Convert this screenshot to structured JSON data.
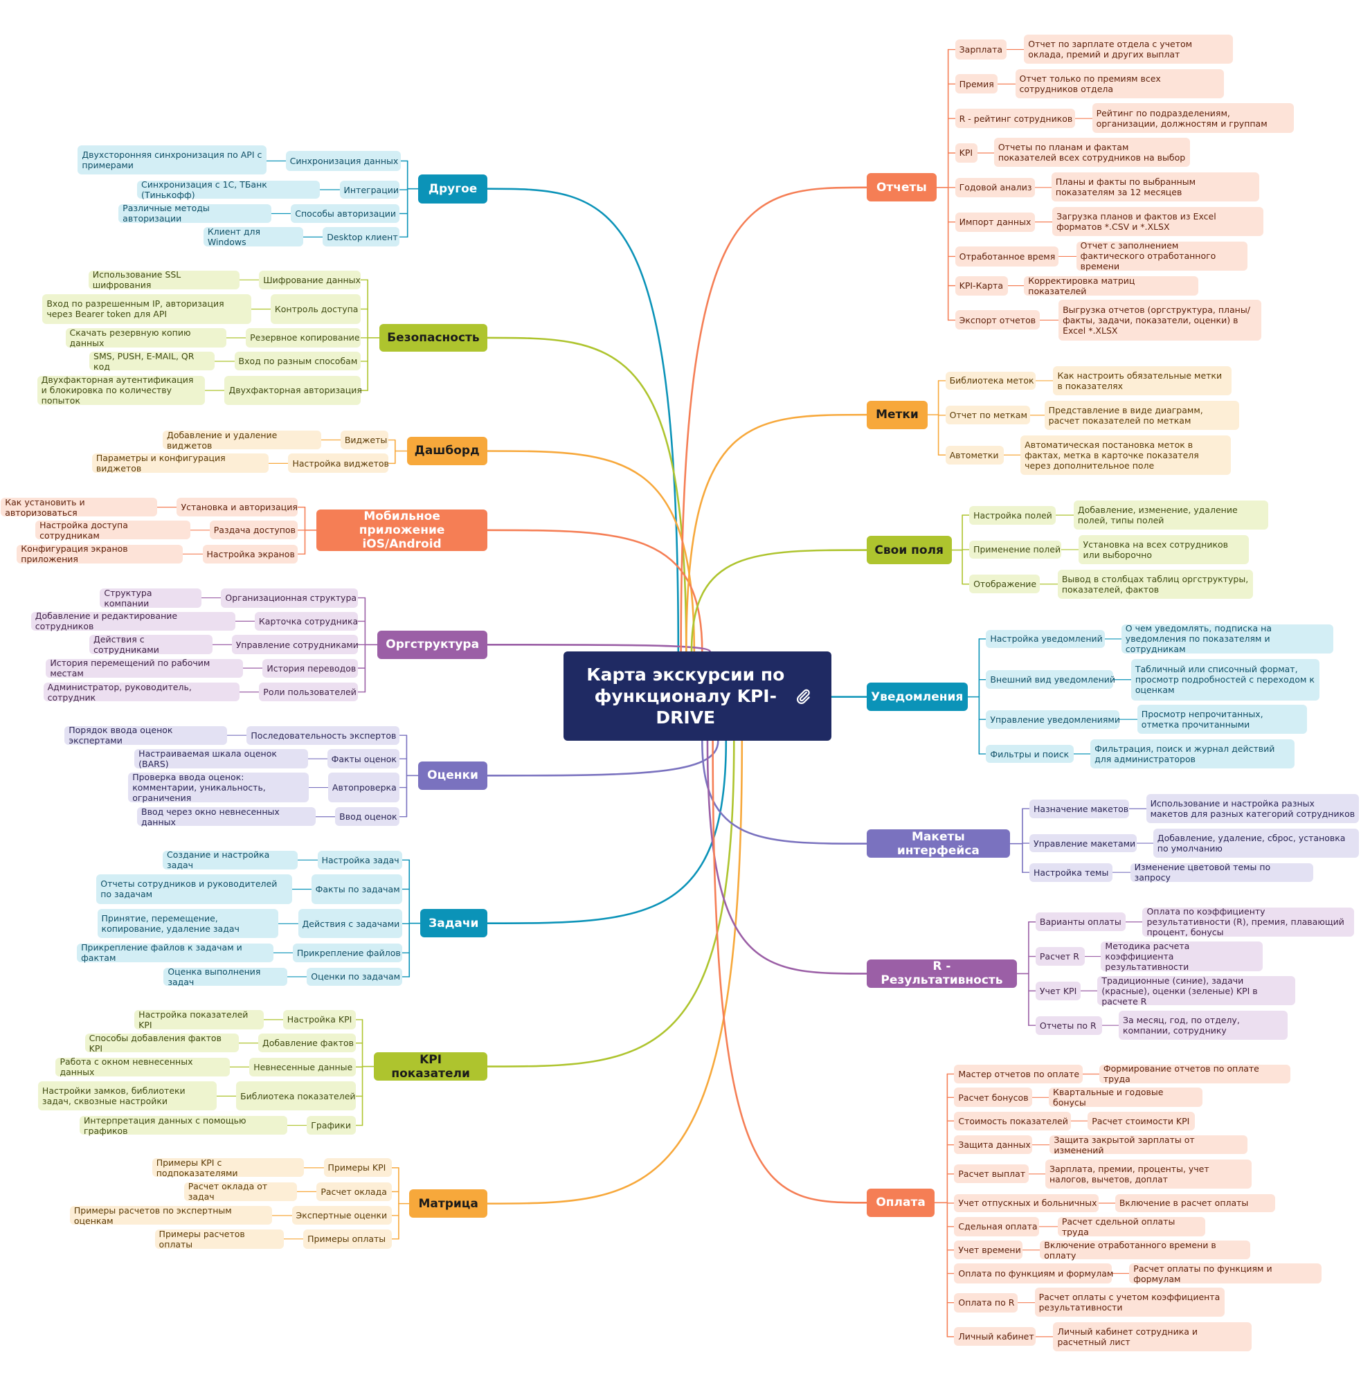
{
  "center": {
    "text": "Карта экскурсии по функционалу KPI-DRIVE",
    "color": "#1f2a63",
    "icon": "paperclip-icon"
  },
  "left": [
    {
      "title": "Другое",
      "color": "#0b93b8",
      "light": "#d3eef5",
      "text": "#0f4f66",
      "topics": [
        {
          "label": "Синхронизация данных",
          "leaf": "Двухсторонняя синхронизация по API с примерами"
        },
        {
          "label": "Интеграции",
          "leaf": "Синхронизация с 1С, ТБанк (Тинькофф)"
        },
        {
          "label": "Способы авторизации",
          "leaf": "Различные методы авторизации"
        },
        {
          "label": "Desktop клиент",
          "leaf": "Клиент для Windows"
        }
      ]
    },
    {
      "title": "Безопасность",
      "color": "#aec42e",
      "light": "#eef4cf",
      "text": "#3f4a10",
      "topics": [
        {
          "label": "Шифрование данных",
          "leaf": "Использование SSL шифрования"
        },
        {
          "label": "Контроль доступа",
          "leaf": "Вход по разрешенным IP, авторизация через Bearer token для API"
        },
        {
          "label": "Резервное копирование",
          "leaf": "Скачать резервную копию данных"
        },
        {
          "label": "Вход по разным способам",
          "leaf": "SMS, PUSH, E-MAIL, QR код"
        },
        {
          "label": "Двухфакторная авторизация",
          "leaf": "Двухфакторная аутентификация и блокировка по количеству попыток"
        }
      ]
    },
    {
      "title": "Дашборд",
      "color": "#f7a83b",
      "light": "#fdeed6",
      "text": "#5a3a05",
      "topics": [
        {
          "label": "Виджеты",
          "leaf": "Добавление и удаление виджетов"
        },
        {
          "label": "Настройка виджетов",
          "leaf": "Параметры и конфигурация виджетов"
        }
      ]
    },
    {
      "title": "Мобильное приложение iOS/Android",
      "color": "#f57e55",
      "light": "#fde3d8",
      "text": "#5c1e08",
      "topics": [
        {
          "label": "Установка и авторизация",
          "leaf": "Как установить и авторизоваться"
        },
        {
          "label": "Раздача доступов",
          "leaf": "Настройка доступа сотрудникам"
        },
        {
          "label": "Настройка экранов",
          "leaf": "Конфигурация экранов приложения"
        }
      ]
    },
    {
      "title": "Оргструктура",
      "color": "#9b5fa6",
      "light": "#ecdff0",
      "text": "#3d1f44",
      "topics": [
        {
          "label": "Организационная структура",
          "leaf": "Структура компании"
        },
        {
          "label": "Карточка сотрудника",
          "leaf": "Добавление и редактирование сотрудников"
        },
        {
          "label": "Управление сотрудниками",
          "leaf": "Действия с сотрудниками"
        },
        {
          "label": "История переводов",
          "leaf": "История перемещений по рабочим местам"
        },
        {
          "label": "Роли пользователей",
          "leaf": "Администратор, руководитель, сотрудник"
        }
      ]
    },
    {
      "title": "Оценки",
      "color": "#7a72bf",
      "light": "#e3e1f3",
      "text": "#2a2555",
      "topics": [
        {
          "label": "Последовательность экспертов",
          "leaf": "Порядок ввода оценок экспертами"
        },
        {
          "label": "Факты оценок",
          "leaf": "Настраиваемая шкала оценок (BARS)"
        },
        {
          "label": "Автопроверка",
          "leaf": "Проверка ввода оценок: комментарии, уникальность, ограничения"
        },
        {
          "label": "Ввод оценок",
          "leaf": "Ввод через окно невнесенных данных"
        }
      ]
    },
    {
      "title": "Задачи",
      "color": "#0b93b8",
      "light": "#d3eef5",
      "text": "#0f4f66",
      "topics": [
        {
          "label": "Настройка задач",
          "leaf": "Создание и настройка задач"
        },
        {
          "label": "Факты по задачам",
          "leaf": "Отчеты сотрудников и руководителей по задачам"
        },
        {
          "label": "Действия с задачами",
          "leaf": "Принятие, перемещение, копирование, удаление задач"
        },
        {
          "label": "Прикрепление файлов",
          "leaf": "Прикрепление файлов к задачам и фактам"
        },
        {
          "label": "Оценки по задачам",
          "leaf": "Оценка выполнения задач"
        }
      ]
    },
    {
      "title": "KPI показатели",
      "color": "#aec42e",
      "light": "#eef4cf",
      "text": "#3f4a10",
      "topics": [
        {
          "label": "Настройка KPI",
          "leaf": "Настройка показателей KPI"
        },
        {
          "label": "Добавление фактов",
          "leaf": "Способы добавления фактов KPI"
        },
        {
          "label": "Невнесенные данные",
          "leaf": "Работа с окном невнесенных данных"
        },
        {
          "label": "Библиотека показателей",
          "leaf": "Настройки замков, библиотеки задач, сквозные настройки"
        },
        {
          "label": "Графики",
          "leaf": "Интерпретация данных с помощью графиков"
        }
      ]
    },
    {
      "title": "Матрица",
      "color": "#f7a83b",
      "light": "#fdeed6",
      "text": "#5a3a05",
      "topics": [
        {
          "label": "Примеры KPI",
          "leaf": "Примеры KPI с подпоказателями"
        },
        {
          "label": "Расчет оклада",
          "leaf": "Расчет оклада от задач"
        },
        {
          "label": "Экспертные оценки",
          "leaf": "Примеры расчетов по экспертным оценкам"
        },
        {
          "label": "Примеры оплаты",
          "leaf": "Примеры расчетов оплаты"
        }
      ]
    }
  ],
  "right": [
    {
      "title": "Отчеты",
      "color": "#f57e55",
      "light": "#fde3d8",
      "text": "#5c1e08",
      "topics": [
        {
          "label": "Зарплата",
          "leaf": "Отчет по зарплате отдела с учетом оклада, премий и других выплат"
        },
        {
          "label": "Премия",
          "leaf": "Отчет только по премиям всех сотрудников отдела"
        },
        {
          "label": "R - рейтинг сотрудников",
          "leaf": "Рейтинг по подразделениям, организации, должностям и группам"
        },
        {
          "label": "KPI",
          "leaf": "Отчеты по планам и фактам показателей всех сотрудников на выбор"
        },
        {
          "label": "Годовой анализ",
          "leaf": "Планы и факты по выбранным показателям за 12 месяцев"
        },
        {
          "label": "Импорт данных",
          "leaf": "Загрузка планов и фактов из Excel форматов *.CSV и *.XLSX"
        },
        {
          "label": "Отработанное время",
          "leaf": "Отчет с заполнением фактического отработанного времени"
        },
        {
          "label": "KPI-Карта",
          "leaf": "Корректировка матриц показателей"
        },
        {
          "label": "Экспорт отчетов",
          "leaf": "Выгрузка отчетов (оргструктура, планы/факты, задачи, показатели, оценки) в Excel *.XLSX"
        }
      ]
    },
    {
      "title": "Метки",
      "color": "#f7a83b",
      "light": "#fdeed6",
      "text": "#5a3a05",
      "topics": [
        {
          "label": "Библиотека меток",
          "leaf": "Как настроить обязательные метки в показателях"
        },
        {
          "label": "Отчет по меткам",
          "leaf": "Представление в виде диаграмм, расчет показателей по меткам"
        },
        {
          "label": "Автометки",
          "leaf": "Автоматическая постановка меток в фактах, метка в карточке показателя через дополнительное поле"
        }
      ]
    },
    {
      "title": "Свои поля",
      "color": "#aec42e",
      "light": "#eef4cf",
      "text": "#3f4a10",
      "topics": [
        {
          "label": "Настройка полей",
          "leaf": "Добавление, изменение, удаление полей, типы полей"
        },
        {
          "label": "Применение полей",
          "leaf": "Установка на всех сотрудников или выборочно"
        },
        {
          "label": "Отображение",
          "leaf": "Вывод в столбцах таблиц оргструктуры, показателей, фактов"
        }
      ]
    },
    {
      "title": "Уведомления",
      "color": "#0b93b8",
      "light": "#d3eef5",
      "text": "#0f4f66",
      "topics": [
        {
          "label": "Настройка уведомлений",
          "leaf": "О чем уведомлять, подписка на уведомления по показателям и сотрудникам"
        },
        {
          "label": "Внешний вид уведомлений",
          "leaf": "Табличный или списочный формат, просмотр подробностей с переходом к оценкам"
        },
        {
          "label": "Управление уведомлениями",
          "leaf": "Просмотр непрочитанных, отметка прочитанными"
        },
        {
          "label": "Фильтры и поиск",
          "leaf": "Фильтрация, поиск и журнал действий для администраторов"
        }
      ]
    },
    {
      "title": "Макеты интерфейса",
      "color": "#7a72bf",
      "light": "#e3e1f3",
      "text": "#2a2555",
      "topics": [
        {
          "label": "Назначение макетов",
          "leaf": "Использование и настройка разных макетов для разных категорий сотрудников"
        },
        {
          "label": "Управление макетами",
          "leaf": "Добавление, удаление, сброс, установка по умолчанию"
        },
        {
          "label": "Настройка темы",
          "leaf": "Изменение цветовой темы по запросу"
        }
      ]
    },
    {
      "title": "R - Результативность",
      "color": "#9b5fa6",
      "light": "#ecdff0",
      "text": "#3d1f44",
      "topics": [
        {
          "label": "Варианты оплаты",
          "leaf": "Оплата по коэффициенту результативности (R), премия, плавающий процент, бонусы"
        },
        {
          "label": "Расчет R",
          "leaf": "Методика расчета коэффициента результативности"
        },
        {
          "label": "Учет KPI",
          "leaf": "Традиционные (синие), задачи (красные), оценки (зеленые) KPI в расчете R"
        },
        {
          "label": "Отчеты по R",
          "leaf": "За месяц, год, по отделу, компании, сотруднику"
        }
      ]
    },
    {
      "title": "Оплата",
      "color": "#f57e55",
      "light": "#fde3d8",
      "text": "#5c1e08",
      "topics": [
        {
          "label": "Мастер отчетов по оплате",
          "leaf": "Формирование отчетов по оплате труда"
        },
        {
          "label": "Расчет бонусов",
          "leaf": "Квартальные и годовые бонусы"
        },
        {
          "label": "Стоимость показателей",
          "leaf": "Расчет стоимости KPI"
        },
        {
          "label": "Защита данных",
          "leaf": "Защита закрытой зарплаты от изменений"
        },
        {
          "label": "Расчет выплат",
          "leaf": "Зарплата, премии, проценты, учет налогов, вычетов, доплат"
        },
        {
          "label": "Учет отпускных и больничных",
          "leaf": "Включение в расчет оплаты"
        },
        {
          "label": "Сдельная оплата",
          "leaf": "Расчет сдельной оплаты труда"
        },
        {
          "label": "Учет времени",
          "leaf": "Включение отработанного времени в оплату"
        },
        {
          "label": "Оплата по функциям и формулам",
          "leaf": "Расчет оплаты по функциям и формулам"
        },
        {
          "label": "Оплата по R",
          "leaf": "Расчет оплаты с учетом коэффициента результативности"
        },
        {
          "label": "Личный кабинет",
          "leaf": "Личный кабинет сотрудника и расчетный лист"
        }
      ]
    }
  ]
}
